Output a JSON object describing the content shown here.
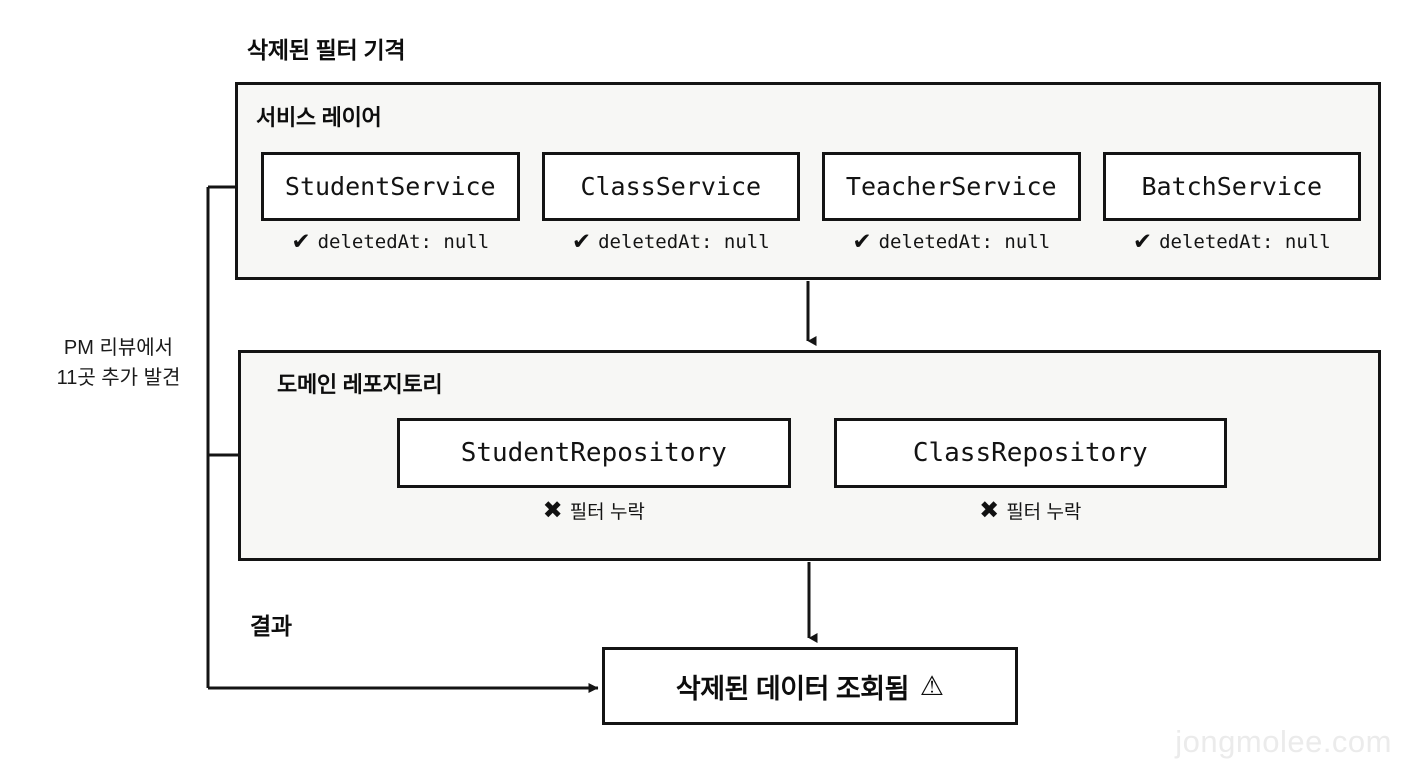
{
  "diagram": {
    "title": "삭제된 필터 기격",
    "result_section_label": "결과",
    "side_note": {
      "line1": "PM 리뷰에서",
      "line2": "11곳 추가 발견"
    }
  },
  "service_layer": {
    "heading": "서비스 레이어",
    "nodes": [
      {
        "name": "StudentService",
        "mark": "✔",
        "caption": "deletedAt: null",
        "status": "ok"
      },
      {
        "name": "ClassService",
        "mark": "✔",
        "caption": "deletedAt: null",
        "status": "ok"
      },
      {
        "name": "TeacherService",
        "mark": "✔",
        "caption": "deletedAt: null",
        "status": "ok"
      },
      {
        "name": "BatchService",
        "mark": "✔",
        "caption": "deletedAt: null",
        "status": "ok"
      }
    ]
  },
  "repository_layer": {
    "heading": "도메인 레포지토리",
    "nodes": [
      {
        "name": "StudentRepository",
        "mark": "✖",
        "caption": "필터 누락",
        "status": "missing"
      },
      {
        "name": "ClassRepository",
        "mark": "✖",
        "caption": "필터 누락",
        "status": "missing"
      }
    ]
  },
  "result": {
    "label": "삭제된 데이터 조회됨",
    "warning_icon": "⚠"
  },
  "watermark": "jongmolee.com",
  "colors": {
    "stroke": "#141414",
    "panel_background": "#f7f7f5",
    "node_background": "#ffffff",
    "text": "#111111",
    "watermark": "#ebebeb"
  }
}
